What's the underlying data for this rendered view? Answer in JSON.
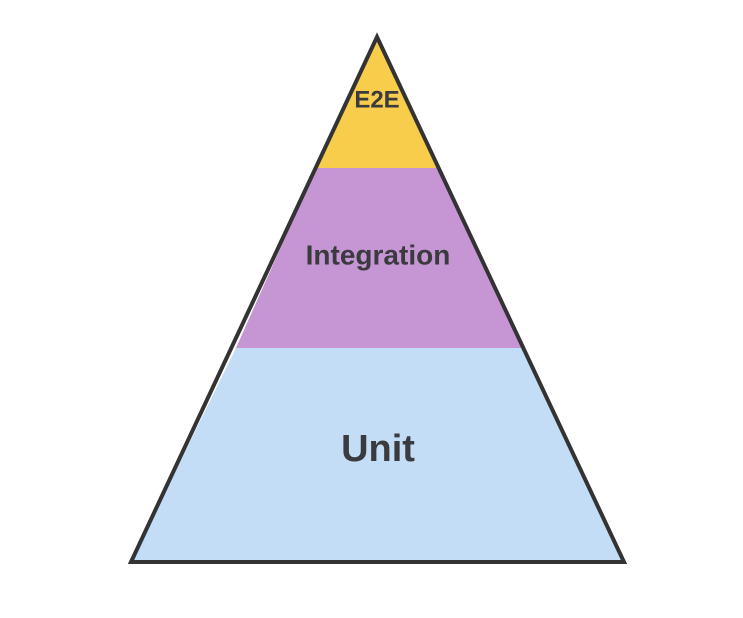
{
  "pyramid": {
    "tiers": [
      {
        "id": "e2e",
        "label": "E2E",
        "color": "#F7CD4B"
      },
      {
        "id": "integration",
        "label": "Integration",
        "color": "#C595D4"
      },
      {
        "id": "unit",
        "label": "Unit",
        "color": "#C3DDF6"
      }
    ],
    "outline_color": "#333333"
  }
}
